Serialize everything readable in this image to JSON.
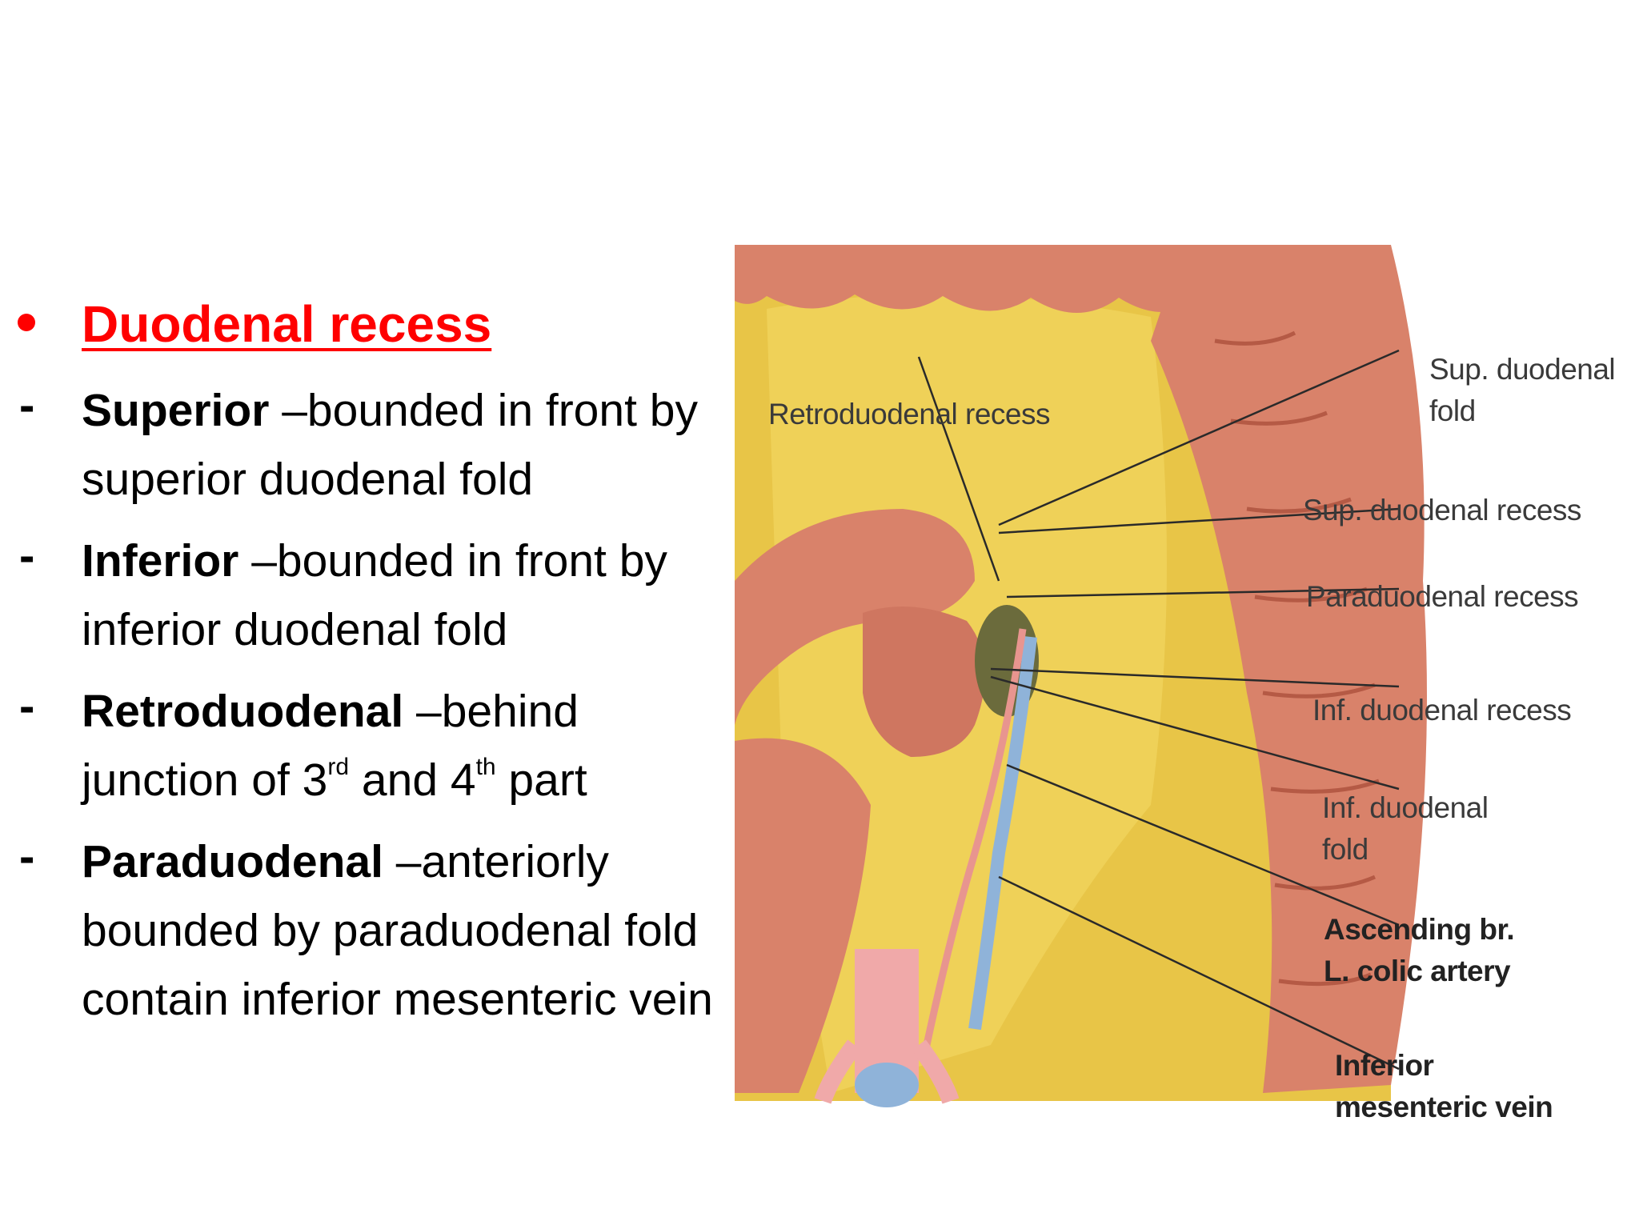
{
  "heading": "Duodenal recess",
  "items": [
    {
      "term": "Superior",
      "rest": " –bounded in front by superior duodenal fold"
    },
    {
      "term": "Inferior",
      "rest": " –bounded in front by inferior duodenal fold"
    },
    {
      "term": "Retroduodenal",
      "rest_before": " –behind junction of 3",
      "sup1": "rd",
      "mid": " and 4",
      "sup2": "th",
      "rest_after": " part"
    },
    {
      "term": "Paraduodenal",
      "rest": " –anteriorly bounded by paraduodenal fold contain inferior mesenteric vein"
    }
  ],
  "bullet_dash": "-",
  "colors": {
    "heading": "#ff0000",
    "body_text": "#000000",
    "fat": "#e8c547",
    "intestine": "#d9826a",
    "vessel": "#f0a9a9",
    "vein": "#8fb3d9"
  },
  "figure": {
    "labels": {
      "retroduodenal": "Retroduodenal recess",
      "sup_fold_1": "Sup. duodenal",
      "sup_fold_2": "fold",
      "sup_recess": "Sup. duodenal recess",
      "para_recess": "Paraduodenal recess",
      "inf_recess": "Inf. duodenal recess",
      "inf_fold_1": "Inf. duodenal",
      "inf_fold_2": "fold",
      "asc_1": "Ascending br.",
      "asc_2": "L. colic artery",
      "imv_1": "Inferior",
      "imv_2": "mesenteric vein"
    }
  }
}
